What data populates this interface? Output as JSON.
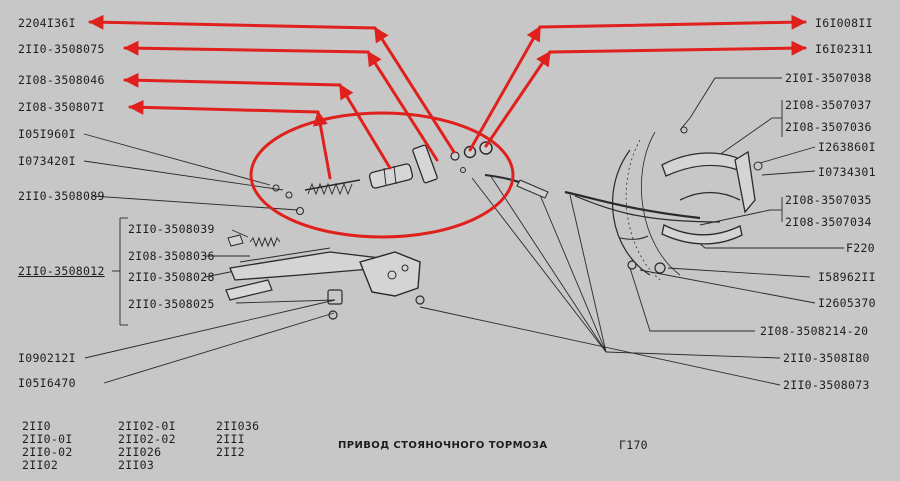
{
  "labels": {
    "left_01": "2204I36I",
    "left_02": "2II0-3508075",
    "left_03": "2I08-3508046",
    "left_04": "2I08-350807I",
    "left_05": "I05I960I",
    "left_06": "I073420I",
    "left_07": "2II0-3508089",
    "left_08": "2II0-3508039",
    "left_09": "2I08-3508036",
    "left_10": "2II0-3508012",
    "left_11": "2II0-3508028",
    "left_12": "2II0-3508025",
    "left_13": "I090212I",
    "left_14": "I05I6470",
    "right_01": "I6I008II",
    "right_02": "I6I02311",
    "right_03": "2I0I-3507038",
    "right_04": "2I08-3507037",
    "right_05": "2I08-3507036",
    "right_06": "I263860I",
    "right_07": "I0734301",
    "right_08": "2I08-3507035",
    "right_09": "2I08-3507034",
    "right_10": "F220",
    "right_11": "I58962II",
    "right_12": "I2605370",
    "right_13": "2I08-3508214-20",
    "right_14": "2II0-3508I80",
    "right_15": "2II0-3508073"
  },
  "models": {
    "col1": [
      "2II0",
      "2II0-0I",
      "2II0-02",
      "2II02"
    ],
    "col2": [
      "2II02-0I",
      "2II02-02",
      "2II026",
      "2II03"
    ],
    "col3": [
      "2II036",
      "2III",
      "2II2"
    ]
  },
  "caption": "ПРИВОД СТОЯНОЧНОГО ТОРМОЗА",
  "figure_number": "Г170",
  "colors": {
    "background": "#c7c7c7",
    "linework": "#2a2a2a",
    "callout_red": "#e0201c"
  }
}
